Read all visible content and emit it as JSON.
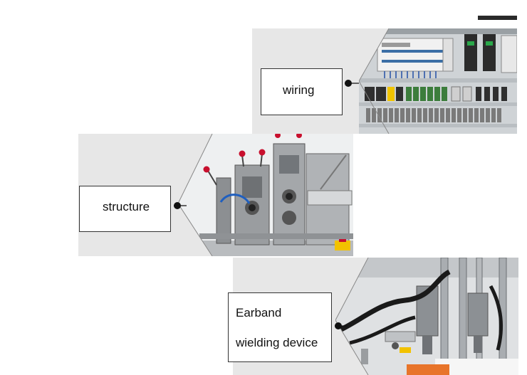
{
  "panels": {
    "wiring": {
      "label": "wiring"
    },
    "structure": {
      "label": "structure"
    },
    "earband": {
      "label_line1": "Earband",
      "label_line2": "wielding device"
    }
  },
  "colors": {
    "panel_bg": "#e7e7e7",
    "box_border": "#333333",
    "dot": "#111111",
    "knob_red": "#c8102e",
    "hose_blue": "#1f5fbf",
    "warning_yellow": "#f2c200",
    "cable_black": "#1a1a1a"
  }
}
